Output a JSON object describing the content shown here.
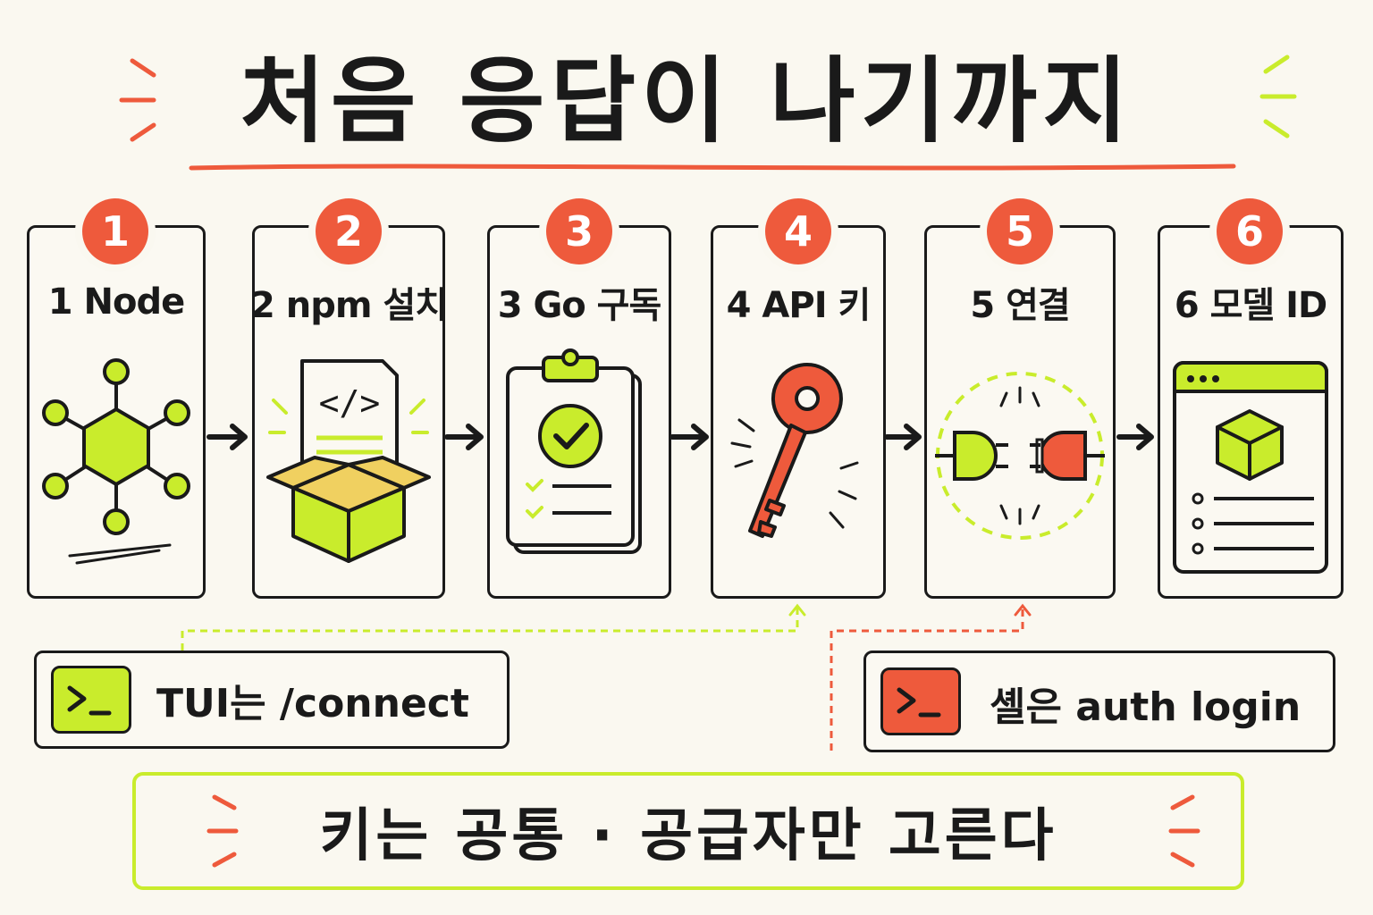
{
  "title": "처음 응답이 나기까지",
  "steps": [
    {
      "number": "1",
      "label": "1 Node"
    },
    {
      "number": "2",
      "label": "2 npm 설치"
    },
    {
      "number": "3",
      "label": "3 Go 구독"
    },
    {
      "number": "4",
      "label": "4 API 키"
    },
    {
      "number": "5",
      "label": "5 연결"
    },
    {
      "number": "6",
      "label": "6 모델 ID"
    }
  ],
  "notes": {
    "tui": "TUI는 /connect",
    "shell": "셸은 auth login"
  },
  "footer": "키는 공통 · 공급자만 고른다",
  "colors": {
    "accent_red": "#ee5a3c",
    "accent_lime": "#c9ec2c",
    "ink": "#1a1a1a",
    "paper": "#faf8f0",
    "box_yellow": "#f0d060"
  }
}
